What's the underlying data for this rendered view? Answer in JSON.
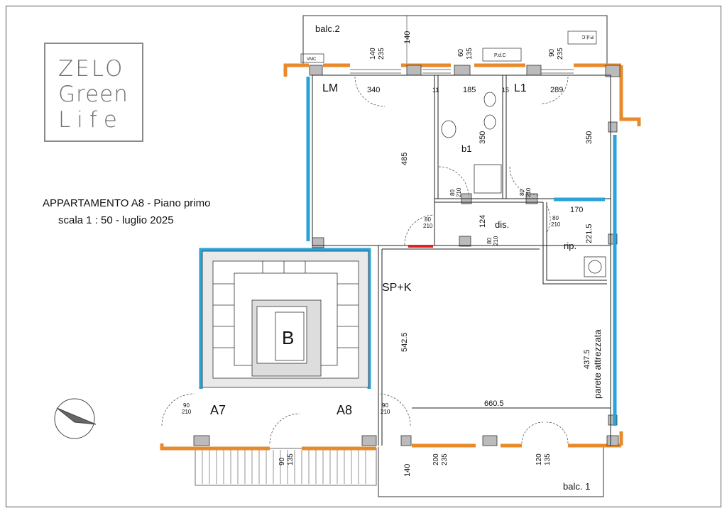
{
  "logo": {
    "line1": "ZELO",
    "line2": "Green",
    "line3": "Life"
  },
  "title": "APPARTAMENTO  A8 - Piano primo",
  "subtitle": "scala 1 : 50 - luglio 2025",
  "rooms": {
    "lm": "LM",
    "l1": "L1",
    "b1": "b1",
    "dis": "dis.",
    "rip": "rip.",
    "spk": "SP+K",
    "stair": "B",
    "a7": "A7",
    "a8": "A8",
    "balc1": "balc. 1",
    "balc2": "balc.2",
    "parete": "parete attrezzata"
  },
  "dims": {
    "d340": "340",
    "d185": "185",
    "d289": "289",
    "d485": "485",
    "d350a": "350",
    "d350b": "350",
    "d124": "124",
    "d170": "170",
    "d2215": "221.5",
    "d5425": "542.5",
    "d4375": "437.5",
    "d6605": "660.5",
    "d140top": "140",
    "d140bot": "140",
    "w1a": "140",
    "w1b": "235",
    "w2a": "60",
    "w2b": "135",
    "w3a": "90",
    "w3b": "235",
    "w4a": "200",
    "w4b": "235",
    "w5a": "120",
    "w5b": "135",
    "w6a": "90",
    "w6b": "135",
    "door80": "80",
    "door210": "210",
    "door90": "90",
    "n11": "11",
    "n15": "15"
  },
  "labels": {
    "vmc": "VMC",
    "pdc": "P.d.C"
  },
  "colors": {
    "wall": "#e88a2c",
    "insulation": "#2aa3d8",
    "line": "#222222",
    "red": "#e02020",
    "blue": "#1f5fd0"
  }
}
